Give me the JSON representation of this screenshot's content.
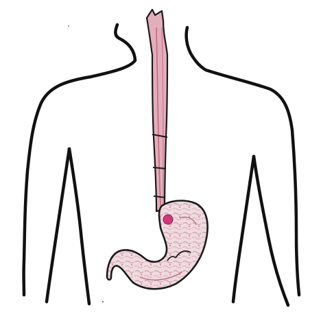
{
  "illustration": {
    "subject": "human-torso-outline-with-esophagus-and-stomach",
    "colors": {
      "background": "#ffffff",
      "outline": "#111111",
      "esophagus_fill": "#e3aebb",
      "esophagus_dark": "#c4687f",
      "stomach_fill": "#eedbe0",
      "stomach_texture": "#d49aa8",
      "stomach_lines": "#d4a0ab",
      "sphincter": "#d0387a"
    },
    "icons": {
      "body": "torso-outline",
      "esophagus": "esophagus-tube",
      "stomach": "stomach-organ",
      "marker": "sphincter-dot"
    }
  }
}
